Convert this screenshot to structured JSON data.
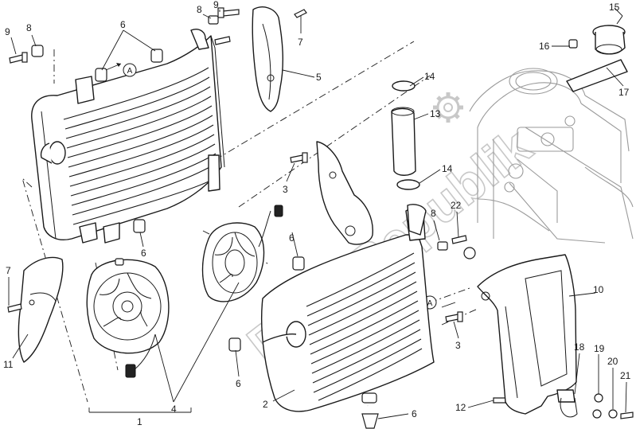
{
  "diagram": {
    "callouts": [
      {
        "id": "c-9a",
        "text": "9"
      },
      {
        "id": "c-8a",
        "text": "8"
      },
      {
        "id": "c-6a",
        "text": "6"
      },
      {
        "id": "c-8b",
        "text": "8"
      },
      {
        "id": "c-9b",
        "text": "9"
      },
      {
        "id": "c-7a",
        "text": "7"
      },
      {
        "id": "c-5",
        "text": "5"
      },
      {
        "id": "c-14a",
        "text": "14"
      },
      {
        "id": "c-13",
        "text": "13"
      },
      {
        "id": "c-14b",
        "text": "14"
      },
      {
        "id": "c-15",
        "text": "15"
      },
      {
        "id": "c-16",
        "text": "16"
      },
      {
        "id": "c-17",
        "text": "17"
      },
      {
        "id": "c-3a",
        "text": "3"
      },
      {
        "id": "c-8c",
        "text": "8"
      },
      {
        "id": "c-22",
        "text": "22"
      },
      {
        "id": "c-6b",
        "text": "6"
      },
      {
        "id": "c-6c",
        "text": "6"
      },
      {
        "id": "c-7b",
        "text": "7"
      },
      {
        "id": "c-10",
        "text": "10"
      },
      {
        "id": "c-3b",
        "text": "3"
      },
      {
        "id": "c-11",
        "text": "11"
      },
      {
        "id": "c-4",
        "text": "4"
      },
      {
        "id": "c-6d",
        "text": "6"
      },
      {
        "id": "c-2",
        "text": "2"
      },
      {
        "id": "c-18",
        "text": "18"
      },
      {
        "id": "c-19",
        "text": "19"
      },
      {
        "id": "c-20",
        "text": "20"
      },
      {
        "id": "c-21",
        "text": "21"
      },
      {
        "id": "c-12",
        "text": "12"
      },
      {
        "id": "c-6e",
        "text": "6"
      },
      {
        "id": "c-1",
        "text": "1"
      }
    ],
    "markers": {
      "a1": "A",
      "a2": "A"
    },
    "watermark": "PartsRepublik"
  }
}
